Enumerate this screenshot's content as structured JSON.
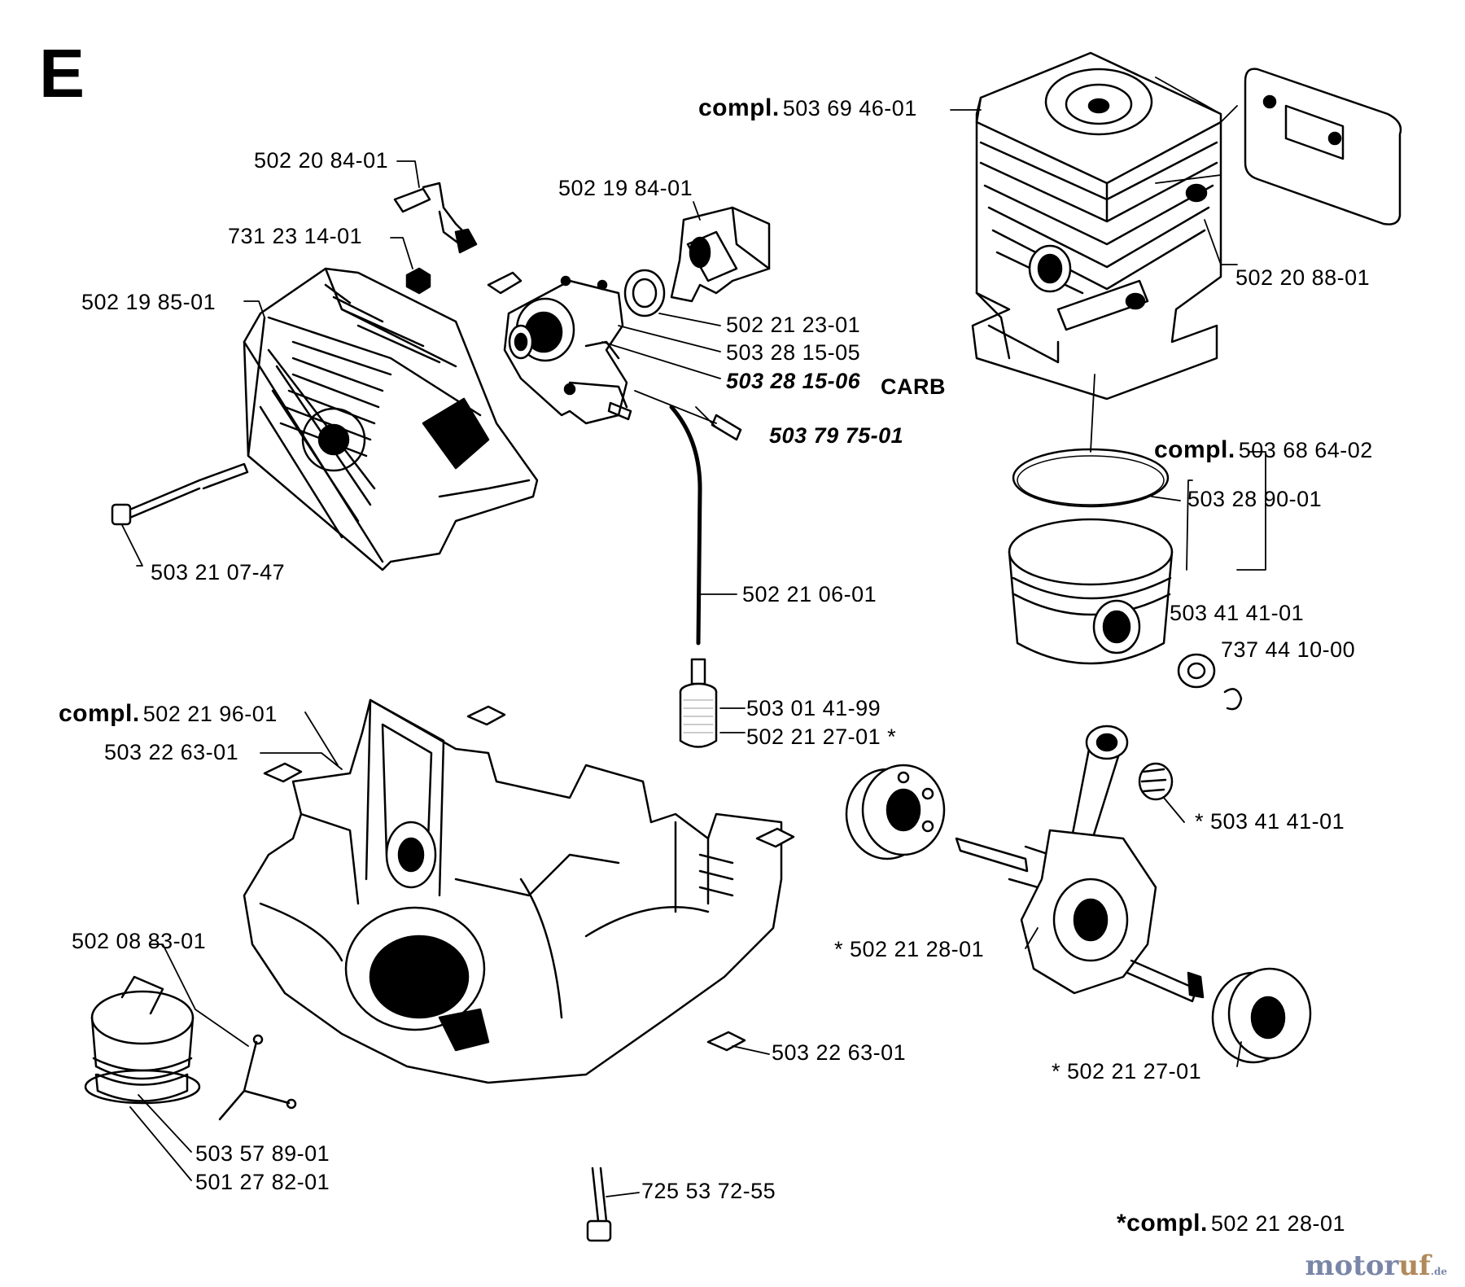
{
  "section_letter": "E",
  "watermark": {
    "main": "motor",
    "accent": "uf",
    "suffix": ".de"
  },
  "labels": {
    "cyl_compl_prefix": "compl.",
    "cyl_compl_no": "503 69 46-01",
    "p_502_20_84": "502 20 84-01",
    "p_502_19_84": "502 19 84-01",
    "p_731_23_14": "731 23 14-01",
    "p_502_19_85": "502 19 85-01",
    "p_502_21_23": "502 21 23-01",
    "p_503_28_15_05": "503 28 15-05",
    "p_503_28_15_06": "503 28 15-06",
    "carb": "CARB",
    "p_503_79_75": "503 79 75-01",
    "p_502_20_88": "502 20 88-01",
    "piston_compl_prefix": "compl.",
    "piston_compl_no": "503 68 64-02",
    "p_503_28_90": "503 28 90-01",
    "p_503_21_07": "503 21 07-47",
    "p_502_21_06": "502 21 06-01",
    "p_503_41_41": "503 41 41-01",
    "p_737_44_10": "737 44 10-00",
    "crank_compl_prefix": "compl.",
    "crank_compl_no": "502 21 96-01",
    "p_503_22_63_a": "503 22 63-01",
    "p_503_01_41": "503 01 41-99",
    "p_502_21_27_a": "502 21 27-01 *",
    "p_503_41_41_star": "* 503 41 41-01",
    "p_502_08_83": "502 08 83-01",
    "p_502_21_28_star": "* 502 21 28-01",
    "p_503_22_63_b": "503 22 63-01",
    "p_502_21_27_star": "* 502 21 27-01",
    "p_503_57_89": "503 57 89-01",
    "p_501_27_82": "501 27 82-01",
    "p_725_53_72": "725 53 72-55",
    "foot_compl_prefix": "*compl.",
    "foot_compl_no": "502 21 28-01"
  }
}
